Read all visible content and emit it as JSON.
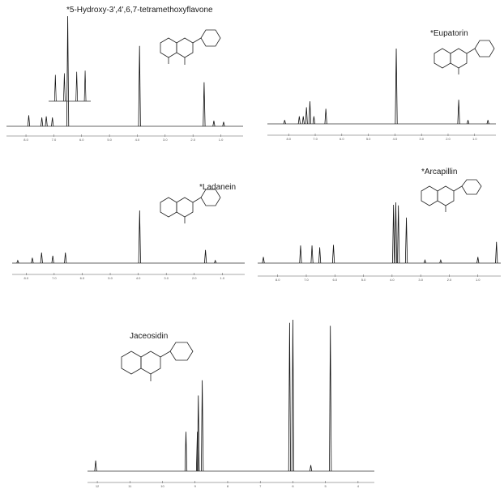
{
  "figure_labels": {
    "p1": "*5-Hydroxy-3',4',6,7-tetramethoxyflavone",
    "p2": "*Eupatorin",
    "p3": "*Ladanein",
    "p4": "*Arcapillin",
    "p5": "Jaceosidin"
  },
  "chart_data": [
    {
      "type": "line",
      "title": "*5-Hydroxy-3',4',6,7-tetramethoxyflavone",
      "xlabel": "",
      "ylabel": "",
      "x_reversed": true,
      "xlim": [
        0.2,
        8.7
      ],
      "x_ticks": [
        8.0,
        7.0,
        6.0,
        5.0,
        4.0,
        3.0,
        2.0,
        1.0
      ],
      "tick_labels": [
        "8.0",
        "7.0",
        "6.0",
        "5.0",
        "4.0",
        "3.0",
        "2.0",
        "1.0"
      ],
      "peaks": [
        {
          "x": 7.9,
          "h": 0.1
        },
        {
          "x": 7.43,
          "h": 0.08
        },
        {
          "x": 7.27,
          "h": 0.09
        },
        {
          "x": 7.05,
          "h": 0.08
        },
        {
          "x": 6.5,
          "h": 1.0
        },
        {
          "x": 3.92,
          "h": 0.73
        },
        {
          "x": 1.6,
          "h": 0.4
        },
        {
          "x": 1.25,
          "h": 0.05
        },
        {
          "x": 0.9,
          "h": 0.04
        }
      ],
      "inset": {
        "peaks": [
          {
            "x": 7.43,
            "h": 0.5
          },
          {
            "x": 7.27,
            "h": 0.53
          },
          {
            "x": 7.05,
            "h": 0.56
          },
          {
            "x": 6.9,
            "h": 0.58
          }
        ]
      }
    },
    {
      "type": "line",
      "title": "*Eupatorin",
      "xlabel": "",
      "ylabel": "",
      "x_reversed": true,
      "xlim": [
        0.2,
        8.8
      ],
      "x_ticks": [
        8.0,
        7.0,
        6.0,
        5.0,
        4.0,
        3.0,
        2.0,
        1.0
      ],
      "tick_labels": [
        "8.0",
        "7.0",
        "6.0",
        "5.0",
        "4.0",
        "3.0",
        "2.0",
        "1.0"
      ],
      "peaks": [
        {
          "x": 8.15,
          "h": 0.05
        },
        {
          "x": 7.6,
          "h": 0.1
        },
        {
          "x": 7.45,
          "h": 0.1
        },
        {
          "x": 7.33,
          "h": 0.22
        },
        {
          "x": 7.2,
          "h": 0.3
        },
        {
          "x": 7.05,
          "h": 0.1
        },
        {
          "x": 6.6,
          "h": 0.2
        },
        {
          "x": 3.95,
          "h": 1.0
        },
        {
          "x": 1.6,
          "h": 0.32
        },
        {
          "x": 1.25,
          "h": 0.05
        },
        {
          "x": 0.5,
          "h": 0.05
        }
      ]
    },
    {
      "type": "line",
      "title": "*Ladanein",
      "xlabel": "",
      "ylabel": "",
      "x_reversed": true,
      "xlim": [
        0.2,
        8.5
      ],
      "x_ticks": [
        8.0,
        7.0,
        6.0,
        5.0,
        4.0,
        3.0,
        2.0,
        1.0
      ],
      "tick_labels": [
        "8.0",
        "7.0",
        "6.0",
        "5.0",
        "4.0",
        "3.0",
        "2.0",
        "1.0"
      ],
      "peaks": [
        {
          "x": 8.3,
          "h": 0.05
        },
        {
          "x": 7.78,
          "h": 0.1
        },
        {
          "x": 7.45,
          "h": 0.2
        },
        {
          "x": 7.05,
          "h": 0.14
        },
        {
          "x": 6.6,
          "h": 0.2
        },
        {
          "x": 3.95,
          "h": 1.0
        },
        {
          "x": 1.6,
          "h": 0.25
        },
        {
          "x": 1.25,
          "h": 0.05
        }
      ]
    },
    {
      "type": "line",
      "title": "*Arcapillin",
      "xlabel": "",
      "ylabel": "",
      "x_reversed": true,
      "xlim": [
        0.2,
        8.7
      ],
      "x_ticks": [
        8.0,
        7.0,
        6.0,
        5.0,
        4.0,
        3.0,
        2.0,
        1.0
      ],
      "tick_labels": [
        "8.0",
        "7.0",
        "6.0",
        "5.0",
        "4.0",
        "3.0",
        "2.0",
        "1.0"
      ],
      "peaks": [
        {
          "x": 8.5,
          "h": 0.1
        },
        {
          "x": 7.2,
          "h": 0.29
        },
        {
          "x": 6.8,
          "h": 0.29
        },
        {
          "x": 6.53,
          "h": 0.26
        },
        {
          "x": 6.05,
          "h": 0.3
        },
        {
          "x": 3.95,
          "h": 0.96
        },
        {
          "x": 3.87,
          "h": 1.0
        },
        {
          "x": 3.78,
          "h": 0.95
        },
        {
          "x": 3.5,
          "h": 0.75
        },
        {
          "x": 2.85,
          "h": 0.05
        },
        {
          "x": 2.3,
          "h": 0.05
        },
        {
          "x": 1.0,
          "h": 0.1
        },
        {
          "x": 0.35,
          "h": 0.35
        }
      ]
    },
    {
      "type": "line",
      "title": "Jaceosidin",
      "xlabel": "",
      "ylabel": "",
      "x_reversed": true,
      "xlim": [
        3.5,
        12.3
      ],
      "x_ticks": [
        12.0,
        11.0,
        10.0,
        9.0,
        8.0,
        7.0,
        6.0,
        5.0,
        4.0
      ],
      "tick_labels": [
        "12",
        "11",
        "10",
        "9",
        "8",
        "7",
        "6",
        "5",
        "4"
      ],
      "peaks": [
        {
          "x": 12.05,
          "h": 0.07
        },
        {
          "x": 9.28,
          "h": 0.26
        },
        {
          "x": 8.93,
          "h": 0.26
        },
        {
          "x": 8.9,
          "h": 0.5
        },
        {
          "x": 8.78,
          "h": 0.6
        },
        {
          "x": 6.1,
          "h": 0.98
        },
        {
          "x": 6.0,
          "h": 1.0
        },
        {
          "x": 5.45,
          "h": 0.04
        },
        {
          "x": 4.85,
          "h": 0.96
        }
      ]
    }
  ]
}
